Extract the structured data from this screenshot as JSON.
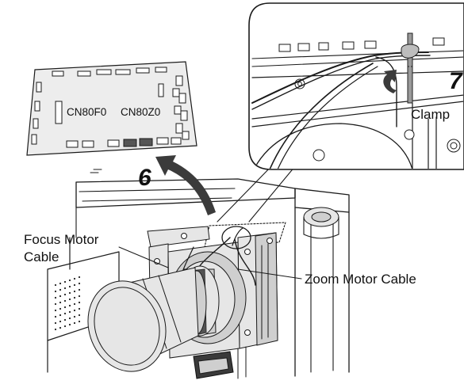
{
  "labels": {
    "connector_focus": "CN80F0",
    "connector_zoom": "CN80Z0",
    "step_board": "6",
    "step_clamp": "7",
    "clamp": "Clamp",
    "focus_cable_line1": "Focus Motor",
    "focus_cable_line2": "Cable",
    "zoom_cable": "Zoom Motor Cable"
  },
  "icons": {
    "board_arrow": "curved-arrow-up-left-icon",
    "clamp_arrow": "curved-arrow-rotate-icon"
  }
}
